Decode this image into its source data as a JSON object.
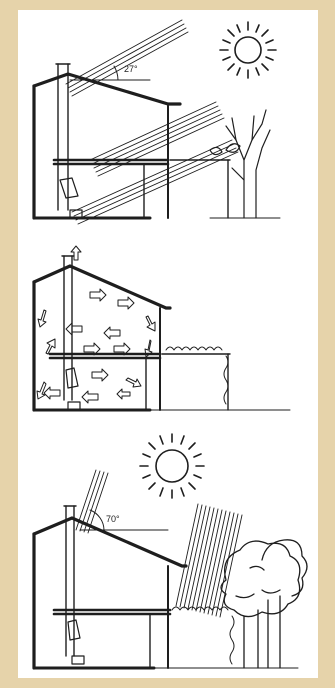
{
  "figure": {
    "background": "#e6d3aa",
    "panel_background": "#ffffff",
    "ink_color": "#1e1e1e"
  },
  "scenes": [
    {
      "id": "winter",
      "angle_label": "27°",
      "icons": [
        "sun-icon",
        "house-section",
        "sun-rays",
        "bare-tree-icon"
      ]
    },
    {
      "id": "air-circulation",
      "icons": [
        "house-section",
        "airflow-arrows",
        "pergola-with-vines"
      ]
    },
    {
      "id": "summer",
      "angle_label": "70°",
      "icons": [
        "sun-icon",
        "house-section",
        "sun-rays",
        "leafy-tree-icon",
        "pergola-with-vines"
      ]
    }
  ]
}
